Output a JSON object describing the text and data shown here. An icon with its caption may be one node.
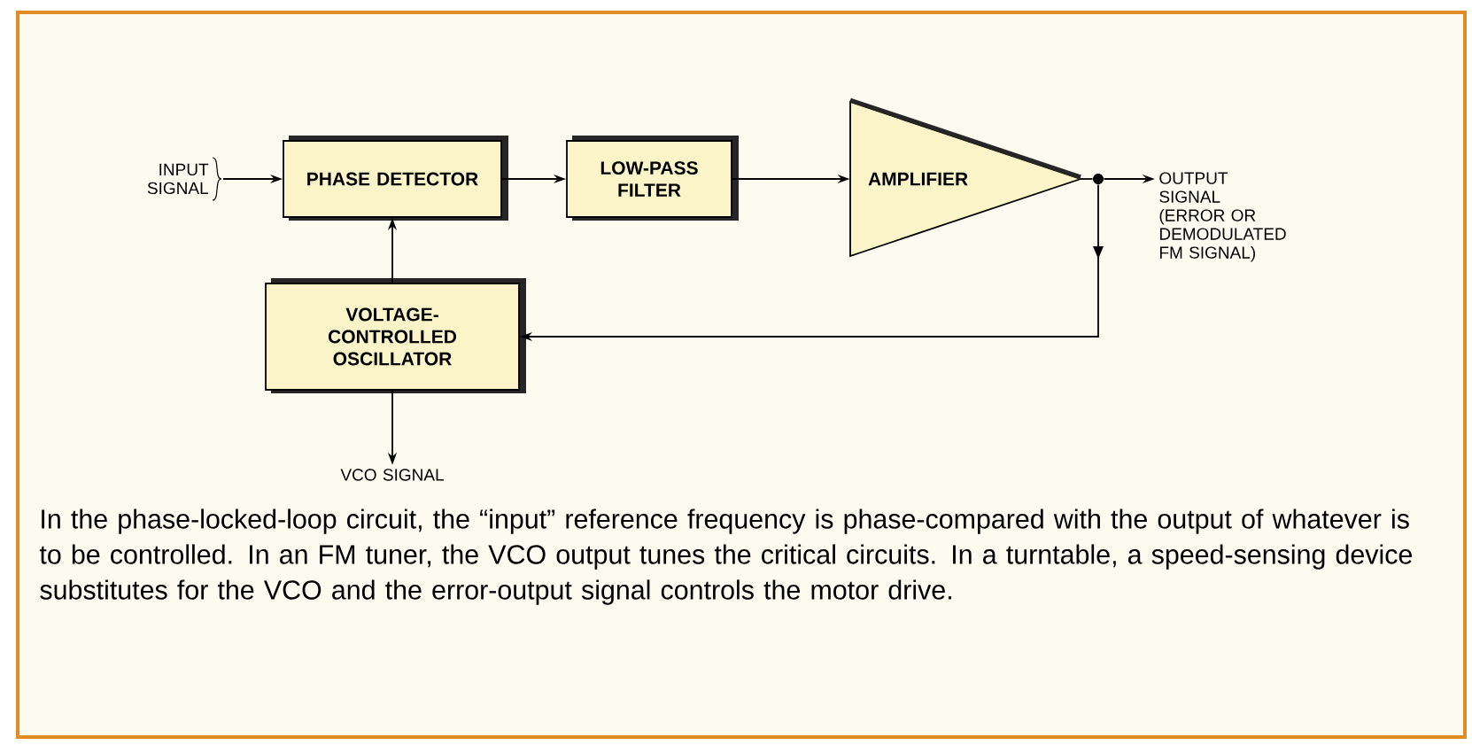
{
  "diagram": {
    "caption": "In the phase-locked-loop circuit, the “input” reference frequency is phase-compared with the output of whatever is to be controlled. In an FM tuner, the VCO output tunes the critical circuits. In a turntable, a speed-sensing device substitutes for the VCO and the error-output signal controls the motor drive.",
    "nodes": [
      {
        "text": [
          "INPUT SIGNAL"
        ]
      },
      {
        "text": [
          "PHASE DETECTOR"
        ]
      },
      {
        "text": [
          "LOW-PASS FILTER"
        ]
      },
      {
        "text": [
          "AMPLIFIER"
        ]
      },
      {
        "text": [],
        "shape": "circle"
      },
      {
        "text": [
          "OUTPUT SIGNAL (ERROR OR DEMODULATED FM SIGNAL)"
        ]
      },
      {
        "text": [
          "VOLTAGE-CONTROLLED OSCILLATOR"
        ]
      },
      {
        "text": [
          "VCO SIGNAL"
        ]
      }
    ],
    "edges": [
      {
        "from": 0,
        "to": 1,
        "arrow": "to"
      },
      {
        "from": 1,
        "to": 2,
        "arrow": "to"
      },
      {
        "from": 2,
        "to": 3,
        "arrow": "to"
      },
      {
        "from": 3,
        "to": 4,
        "arrow": "none"
      },
      {
        "from": 4,
        "to": 5,
        "arrow": "to"
      },
      {
        "from": 4,
        "to": 6,
        "arrow": "to"
      },
      {
        "from": 6,
        "to": 1,
        "arrow": "to"
      },
      {
        "from": 6,
        "to": 7,
        "arrow": "to"
      }
    ]
  }
}
